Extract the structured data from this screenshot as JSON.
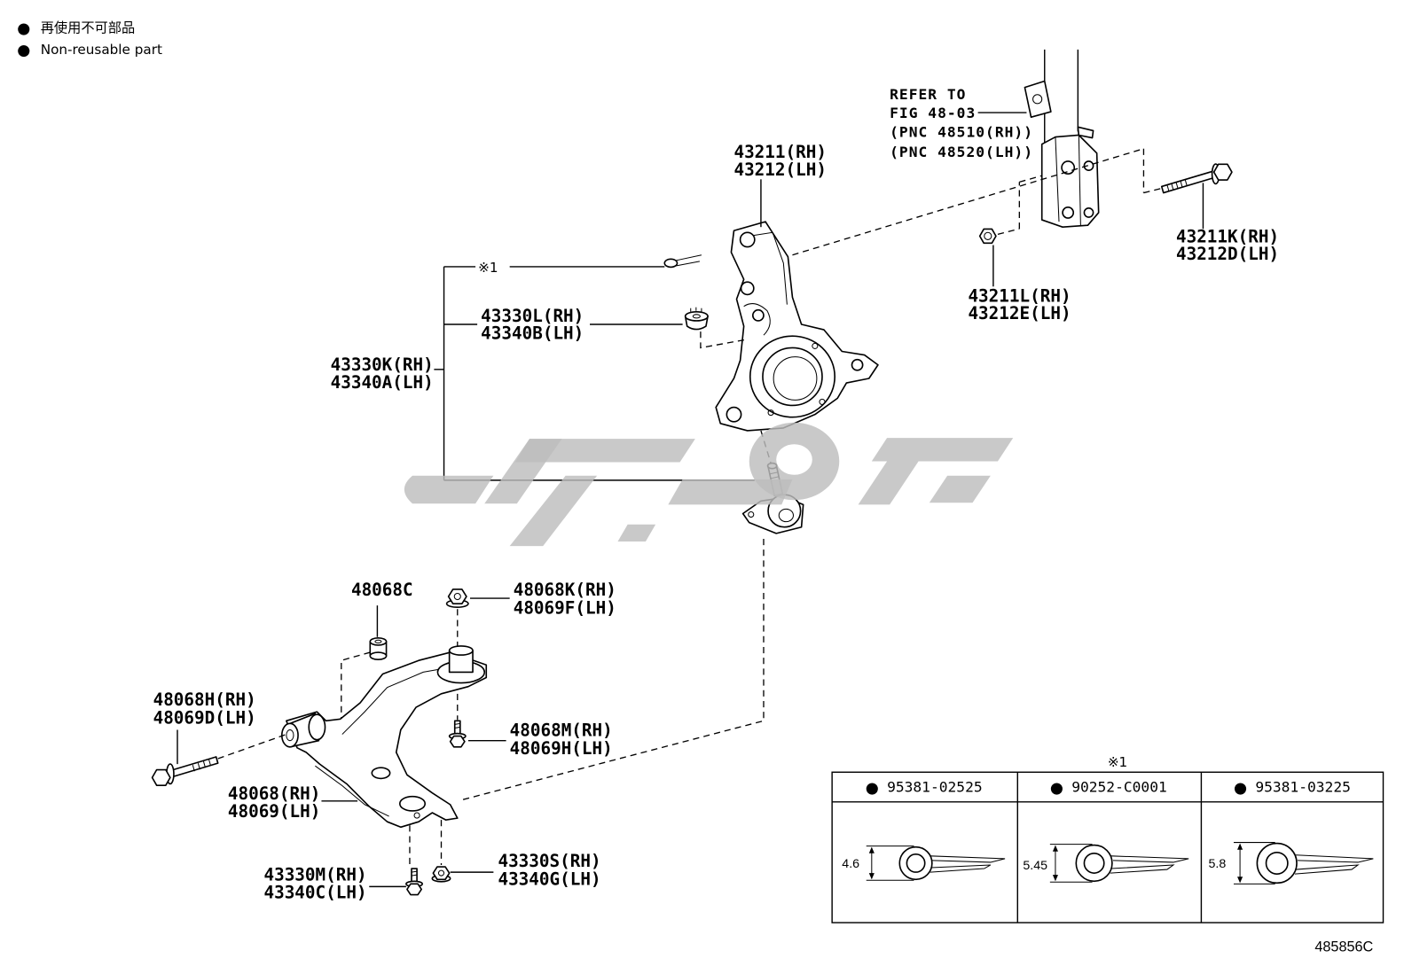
{
  "legend": {
    "items": [
      {
        "bullet": "●",
        "text": "再使用不可部品"
      },
      {
        "bullet": "●",
        "text": "Non-reusable part"
      }
    ]
  },
  "reference": {
    "lines": [
      "REFER TO",
      "FIG 48-03",
      "(PNC 48510(RH))",
      "(PNC 48520(LH))"
    ]
  },
  "callouts": {
    "knuckle": {
      "rh": "43211(RH)",
      "lh": "43212(LH)"
    },
    "strut_bolt": {
      "rh": "43211K(RH)",
      "lh": "43212D(LH)"
    },
    "strut_nut": {
      "rh": "43211L(RH)",
      "lh": "43212E(LH)"
    },
    "cotter_pin": {
      "mark": "※1"
    },
    "castle_nut": {
      "rh": "43330L(RH)",
      "lh": "43340B(LH)"
    },
    "ball_joint": {
      "rh": "43330K(RH)",
      "lh": "43340A(LH)"
    },
    "bushing": {
      "code": "48068C"
    },
    "arm_nut": {
      "rh": "48068K(RH)",
      "lh": "48069F(LH)"
    },
    "arm_bolt_front": {
      "rh": "48068H(RH)",
      "lh": "48069D(LH)"
    },
    "arm_bolt_rear": {
      "rh": "48068M(RH)",
      "lh": "48069H(LH)"
    },
    "lower_arm": {
      "rh": "48068(RH)",
      "lh": "48069(LH)"
    },
    "joint_bolt": {
      "rh": "43330M(RH)",
      "lh": "43340C(LH)"
    },
    "joint_nut": {
      "rh": "43330S(RH)",
      "lh": "43340G(LH)"
    }
  },
  "kit_table": {
    "title": "※1",
    "columns": [
      {
        "bullet": "●",
        "part_no": "95381-02525",
        "dimension": "4.6"
      },
      {
        "bullet": "●",
        "part_no": "90252-C0001",
        "dimension": "5.45"
      },
      {
        "bullet": "●",
        "part_no": "95381-03225",
        "dimension": "5.8"
      }
    ]
  },
  "illustration_code": "485856C",
  "colors": {
    "background": "#ffffff",
    "line": "#000000",
    "watermark": "#bdbdbd"
  }
}
